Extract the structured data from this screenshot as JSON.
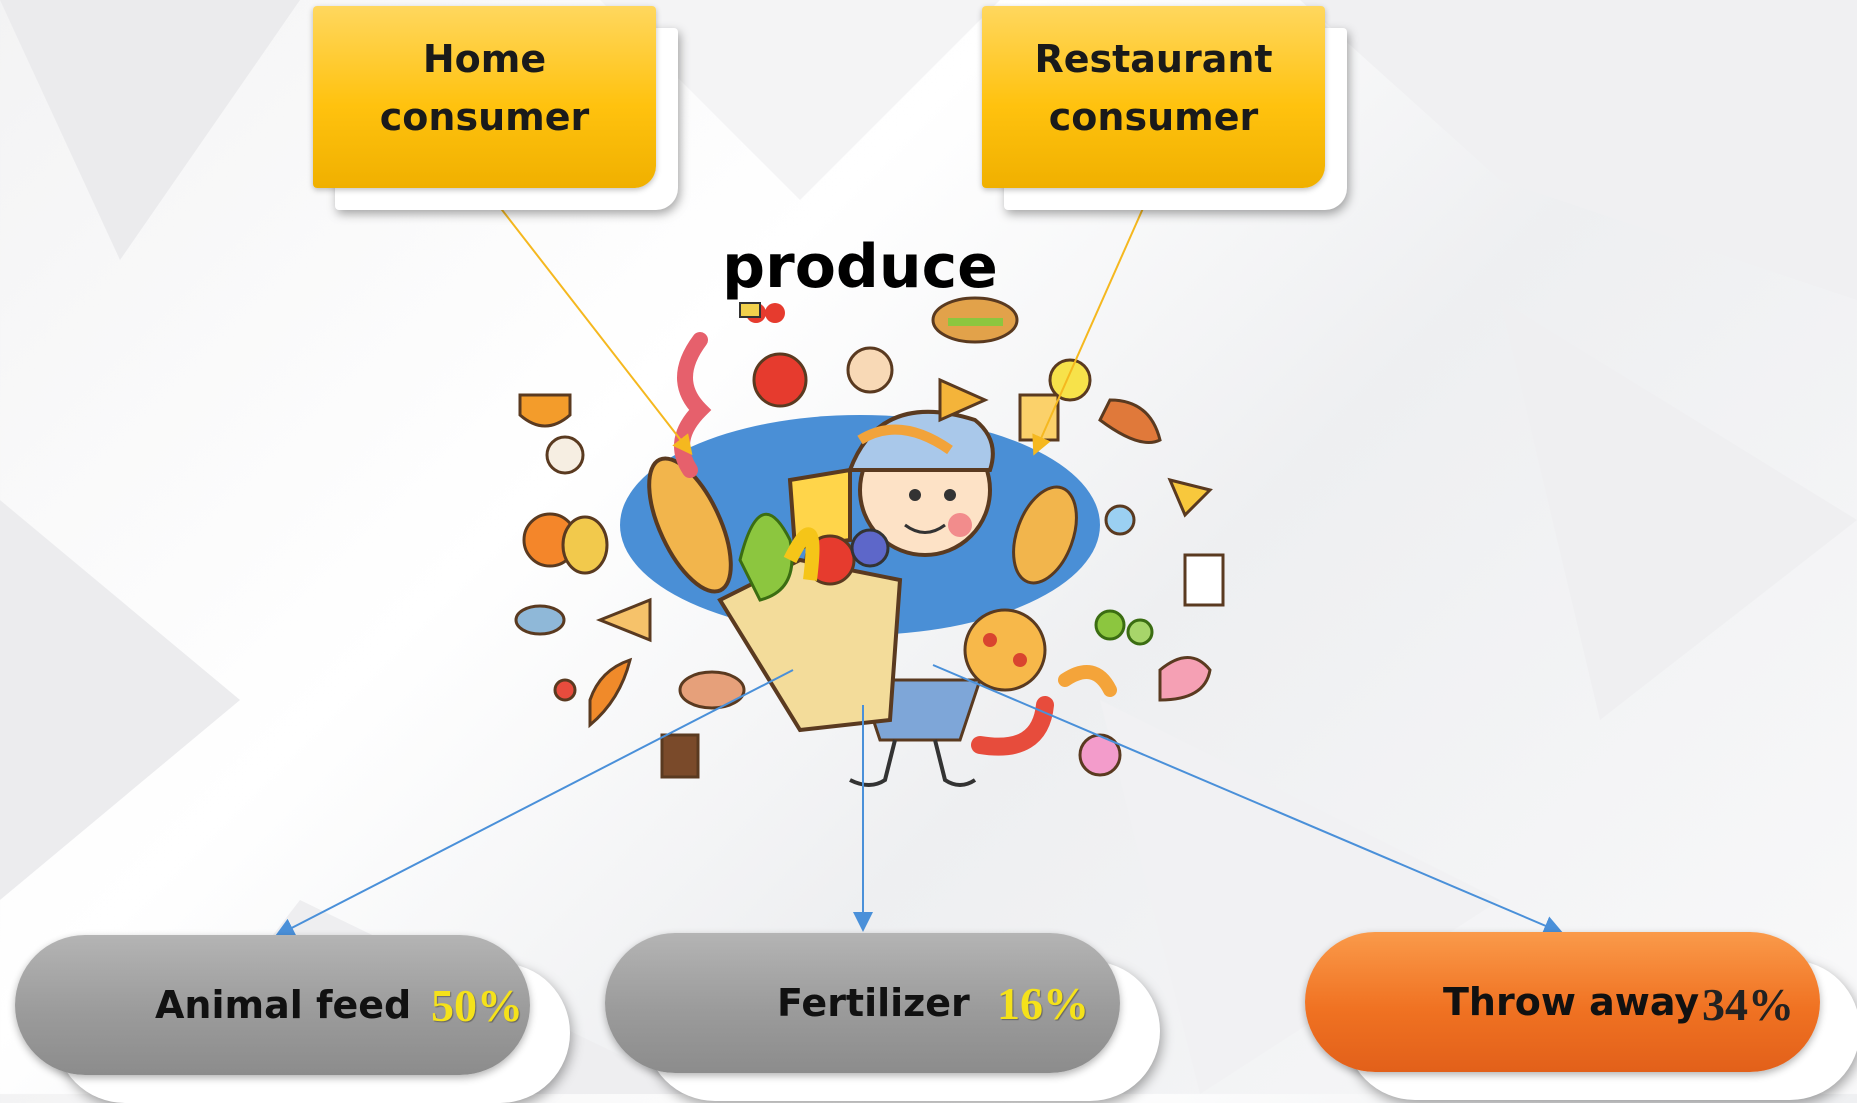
{
  "sources": [
    {
      "label": "Home consumer"
    },
    {
      "label": "Restaurant consumer"
    }
  ],
  "center": {
    "title": "produce"
  },
  "outcomes": [
    {
      "name": "Animal feed",
      "percent": "50%"
    },
    {
      "name": "Fertilizer",
      "percent": "16%"
    },
    {
      "name": "Throw away",
      "percent": "34%"
    }
  ],
  "colors": {
    "source_box": "#ffc20e",
    "outcome_grey": "#9b9b9b",
    "outcome_highlight": "#f07222",
    "arrow_source": "#f5b81f",
    "arrow_outcome": "#4a90d9",
    "percent_text": "#f5e21a"
  }
}
